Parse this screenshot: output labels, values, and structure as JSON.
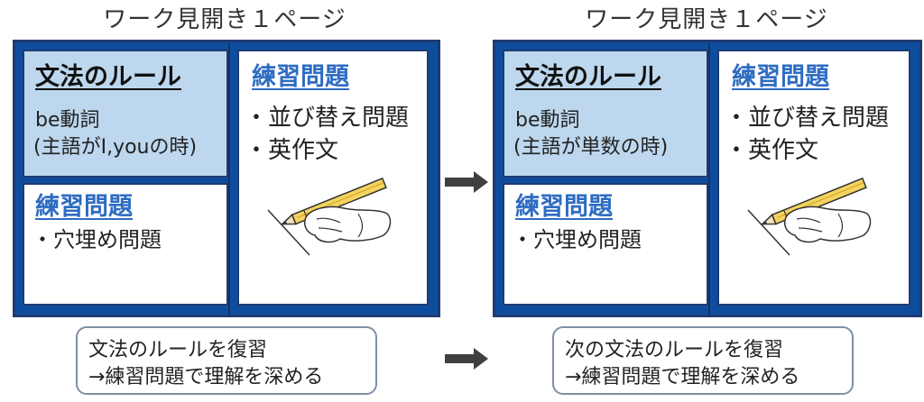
{
  "left_spread": {
    "title": "ワーク見開き１ページ",
    "rule_panel": {
      "heading": "文法のルール",
      "line1": "be動詞",
      "line2": "(主語がI,youの時)"
    },
    "practice_small": {
      "heading": "練習問題",
      "item": "・穴埋め問題"
    },
    "practice_large": {
      "heading": "練習問題",
      "item1": "・並び替え問題",
      "item2": "・英作文"
    },
    "summary": {
      "line1": "文法のルールを復習",
      "line2": "→練習問題で理解を深める"
    }
  },
  "right_spread": {
    "title": "ワーク見開き１ページ",
    "rule_panel": {
      "heading": "文法のルール",
      "line1": "be動詞",
      "line2": "(主語が単数の時)"
    },
    "practice_small": {
      "heading": "練習問題",
      "item": "・穴埋め問題"
    },
    "practice_large": {
      "heading": "練習問題",
      "item1": "・並び替え問題",
      "item2": "・英作文"
    },
    "summary": {
      "line1": "次の文法のルールを復習",
      "line2": "→練習問題で理解を深める"
    }
  },
  "colors": {
    "spread_border": "#0e4d9e",
    "rule_panel_fill": "#bdd7ee",
    "practice_heading": "#2e6cc2",
    "arrow": "#404040"
  },
  "icons": [
    "pencil-hand-icon",
    "right-arrow-icon"
  ]
}
